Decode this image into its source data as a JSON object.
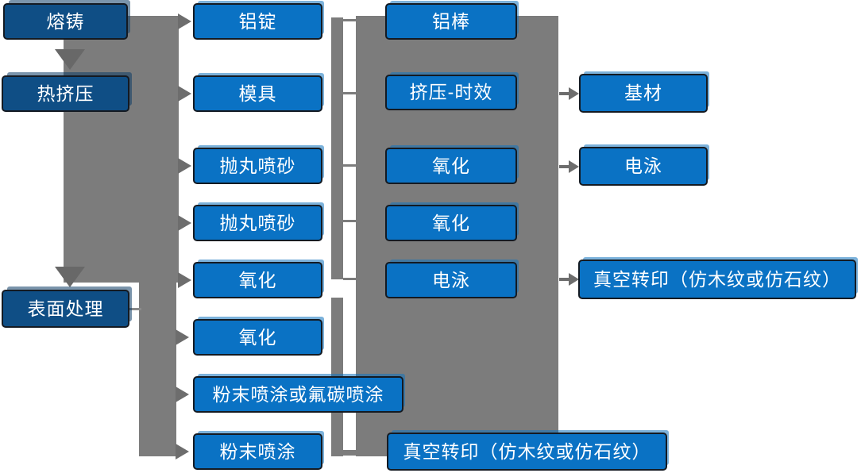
{
  "diagram_type": "process-flowchart",
  "colors": {
    "node_blue": "#0a72c4",
    "node_dark_blue": "#0f4e85",
    "node_border": "#141a22",
    "connector_gray": "#7c7c7c",
    "arrow_gray": "#6d6d6d",
    "text": "#ffffff",
    "background": "#ffffff"
  },
  "nodes": [
    {
      "id": "melt-casting",
      "label": "熔铸"
    },
    {
      "id": "hot-extrusion",
      "label": "热挤压"
    },
    {
      "id": "surface-treatment",
      "label": "表面处理"
    },
    {
      "id": "aluminum-ingot",
      "label": "铝锭"
    },
    {
      "id": "mold",
      "label": "模具"
    },
    {
      "id": "shot-blast-sandblast-1",
      "label": "抛丸喷砂"
    },
    {
      "id": "shot-blast-sandblast-2",
      "label": "抛丸喷砂"
    },
    {
      "id": "oxidation-1",
      "label": "氧化"
    },
    {
      "id": "oxidation-2",
      "label": "氧化"
    },
    {
      "id": "powder-or-fluorocarbon",
      "label": "粉末喷涂或氟碳喷涂"
    },
    {
      "id": "powder-coating",
      "label": "粉末喷涂"
    },
    {
      "id": "aluminum-rod",
      "label": "铝棒"
    },
    {
      "id": "extrusion-aging",
      "label": "挤压-时效"
    },
    {
      "id": "oxidation-3",
      "label": "氧化"
    },
    {
      "id": "oxidation-4",
      "label": "氧化"
    },
    {
      "id": "electrophoresis-1",
      "label": "电泳"
    },
    {
      "id": "vacuum-transfer-print-1",
      "label": "真空转印（仿木纹或仿石纹）"
    },
    {
      "id": "base-material",
      "label": "基材"
    },
    {
      "id": "electrophoresis-2",
      "label": "电泳"
    },
    {
      "id": "vacuum-transfer-print-2",
      "label": "真空转印（仿木纹或仿石纹）"
    }
  ]
}
